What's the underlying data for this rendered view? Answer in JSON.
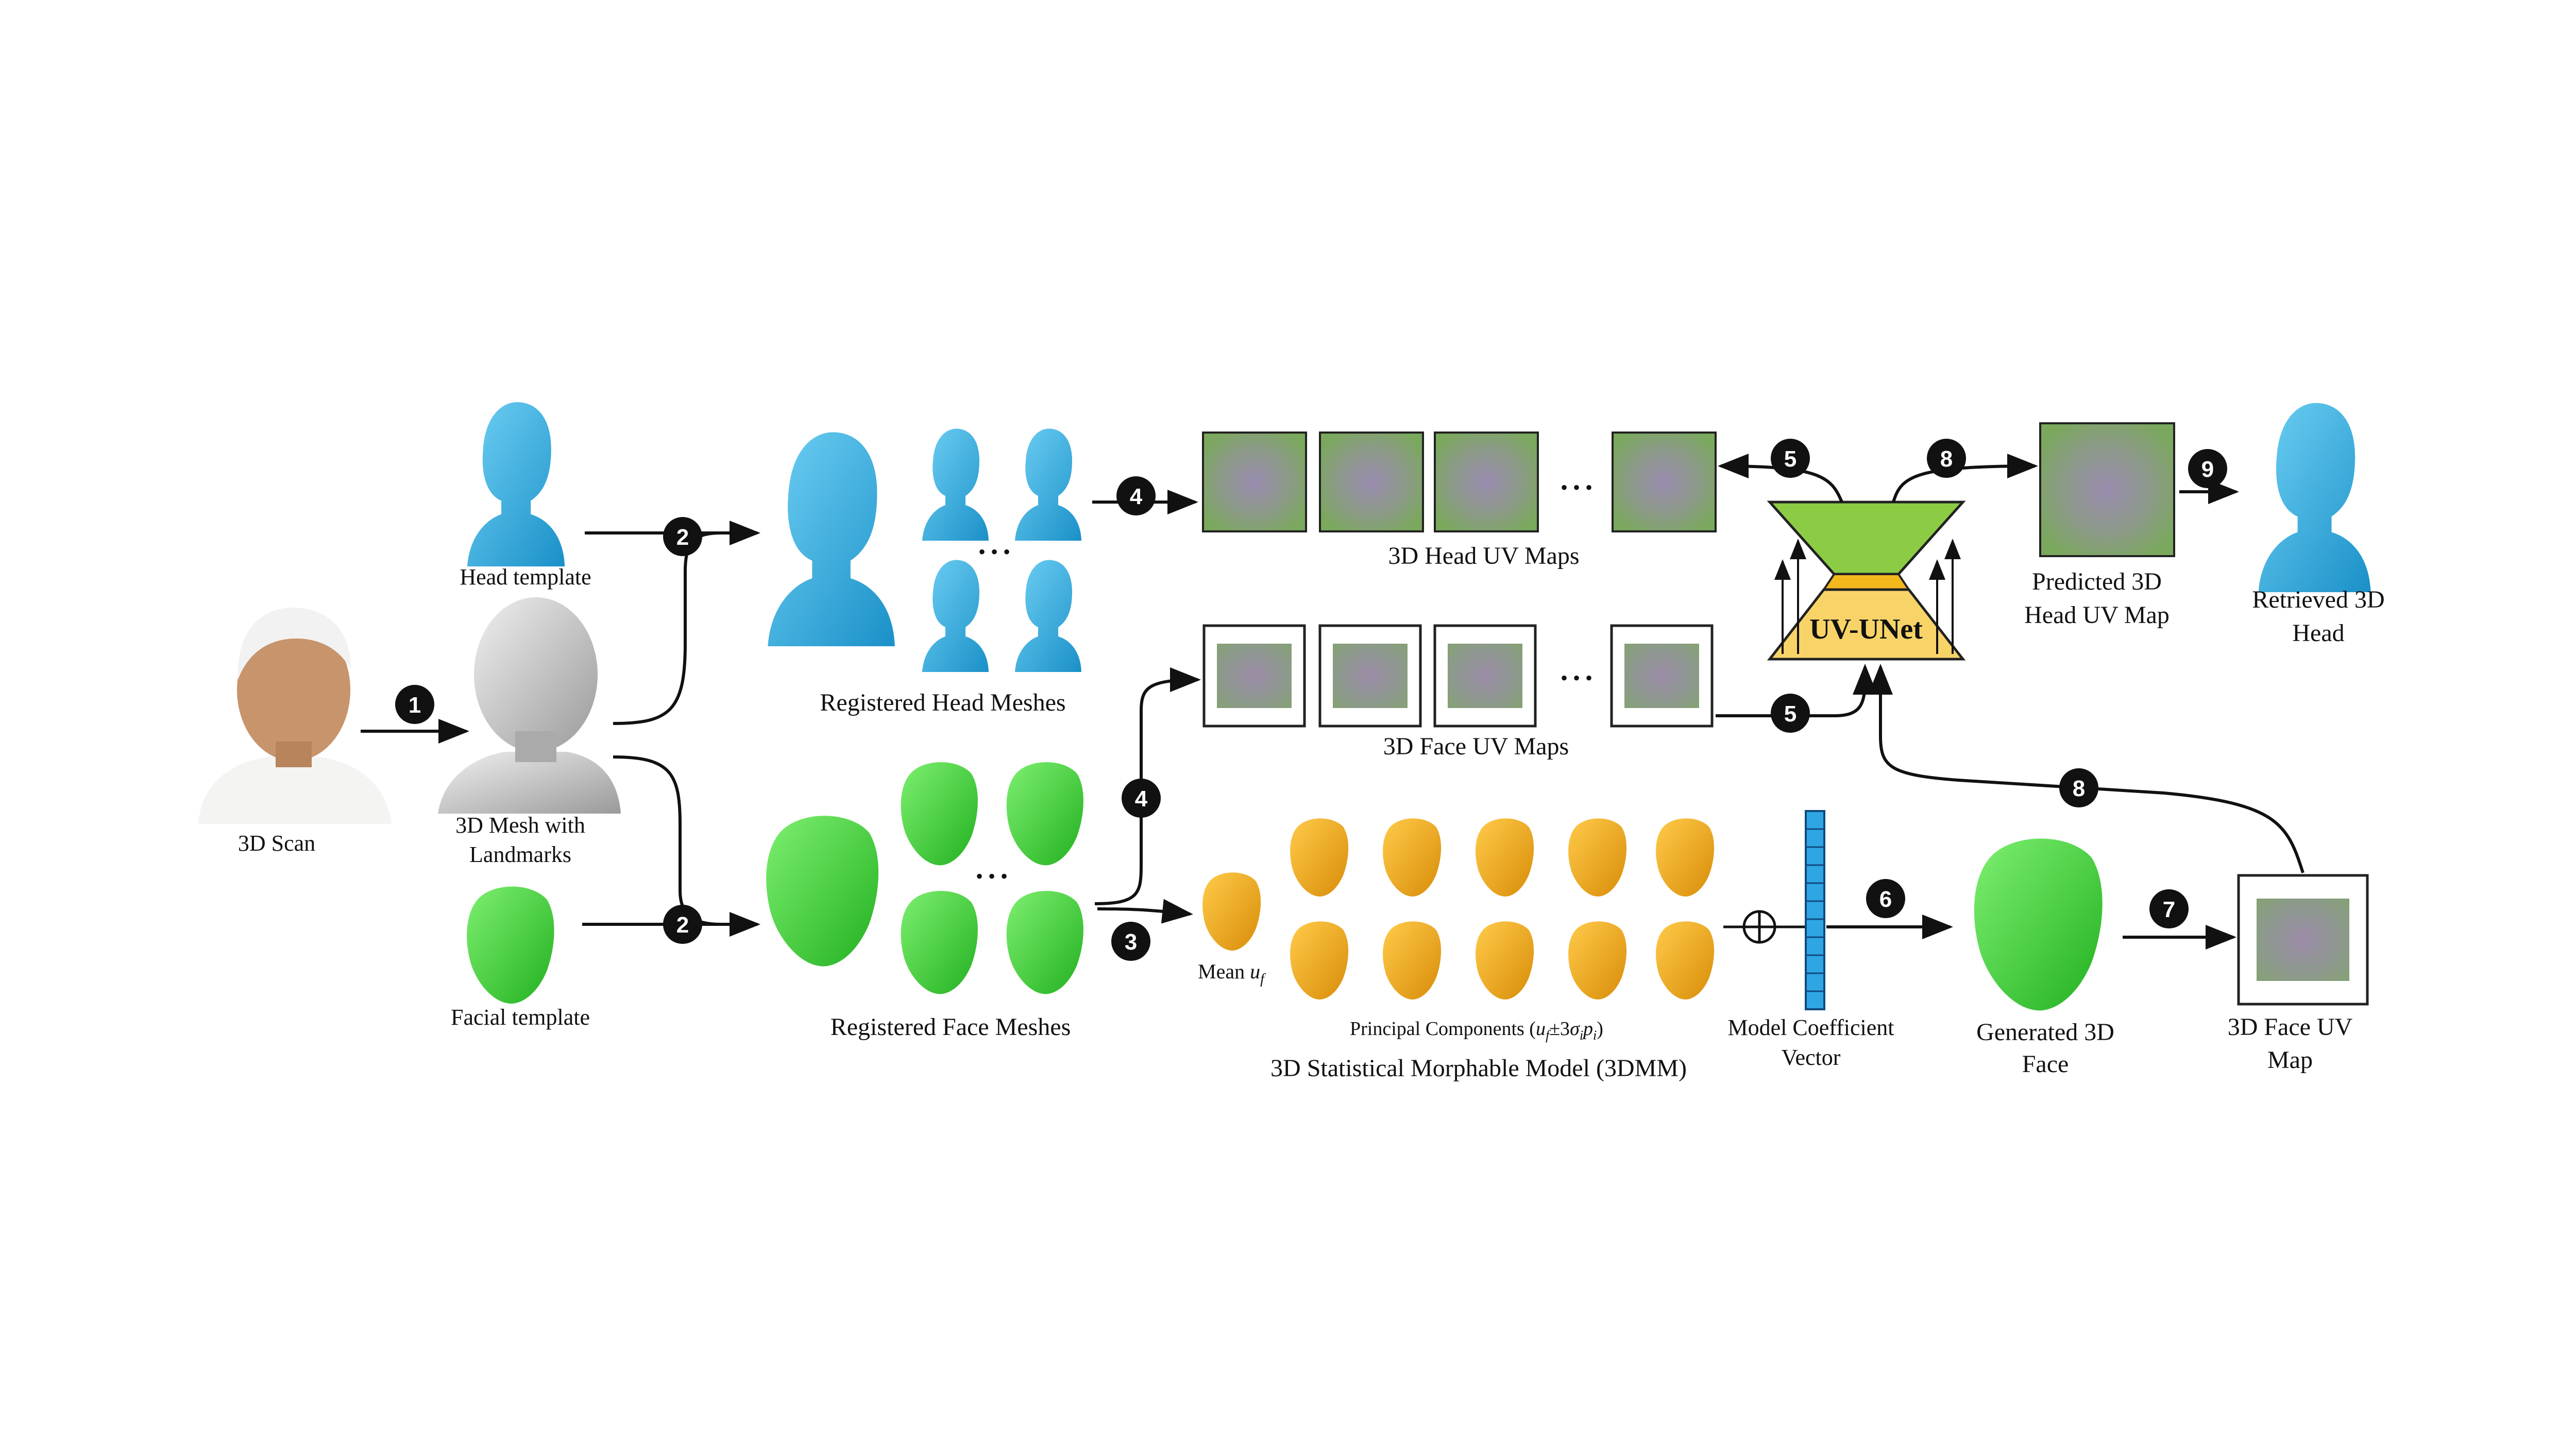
{
  "labels": {
    "scan": "3D Scan",
    "mesh_line1": "3D Mesh with",
    "mesh_line2": "Landmarks",
    "head_template": "Head template",
    "facial_template": "Facial template",
    "registered_head": "Registered Head Meshes",
    "registered_face": "Registered Face Meshes",
    "head_uv_maps": "3D Head UV Maps",
    "face_uv_maps": "3D Face UV Maps",
    "mean_prefix": "Mean ",
    "mean_symbol": "u",
    "mean_sub": "f",
    "pc_prefix": "Principal Components (",
    "pc_u": "u",
    "pc_f": "f",
    "pc_pm": "±3",
    "pc_sigma": "σ",
    "pc_i1": "i",
    "pc_p": "p",
    "pc_i2": "i",
    "pc_close": ")",
    "sm_title": "3D Statistical Morphable Model (3DMM)",
    "coef_line1": "Model Coefficient",
    "coef_line2": "Vector",
    "gen_line1": "Generated 3D",
    "gen_line2": "Face",
    "face_uv_line1": "3D Face UV",
    "face_uv_line2": "Map",
    "pred_line1": "Predicted 3D",
    "pred_line2": "Head UV Map",
    "ret_line1": "Retrieved 3D",
    "ret_line2": "Head",
    "unet": "UV-UNet",
    "ellipsis": "• • •"
  },
  "steps": {
    "s1": "1",
    "s2a": "2",
    "s2b": "2",
    "s3": "3",
    "s4a": "4",
    "s4b": "4",
    "s5a": "5",
    "s5b": "5",
    "s6": "6",
    "s7": "7",
    "s8a": "8",
    "s8b": "8",
    "s9": "9"
  },
  "colors": {
    "head_blue": "#2cb0e4",
    "face_green": "#3fd23a",
    "model_orange": "#f0a818",
    "unet_green": "#8ccc44",
    "unet_yellow": "#f8d468",
    "unet_orange": "#f2b81c",
    "vector_blue": "#2ea6e4",
    "mesh_gray": "#c4c4c4"
  }
}
